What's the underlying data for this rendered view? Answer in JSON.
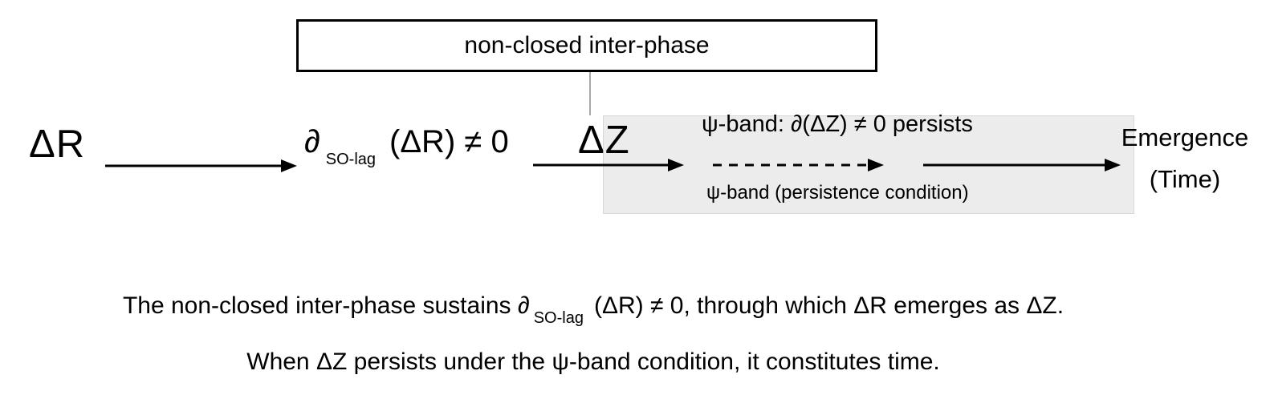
{
  "colors": {
    "ink": "#000000",
    "canvas-bg": "#ffffff",
    "psi-box-bg": "#ececec",
    "psi-box-border": "#d8d8d8",
    "connector-line": "#a8a8a8"
  },
  "diagram": {
    "top_box_label": "non-closed inter-phase",
    "delta_r": "ΔR",
    "so_lag_term": {
      "partial": "∂",
      "subscript": "SO-lag",
      "rest": "(ΔR) ≠ 0"
    },
    "delta_z": "ΔZ",
    "psi_band": {
      "top_label": "ψ-band: ∂(ΔZ) ≠ 0 persists",
      "bottom_label": "ψ-band (persistence condition)"
    },
    "emergence": {
      "line1": "Emergence",
      "line2": "(Time)"
    }
  },
  "caption": {
    "line1_pre": "The non-closed inter-phase sustains ∂",
    "line1_subscript": "SO-lag",
    "line1_post": "(ΔR) ≠ 0, through which ΔR emerges as ΔZ.",
    "line2": "When ΔZ persists under the ψ-band condition, it constitutes time."
  }
}
